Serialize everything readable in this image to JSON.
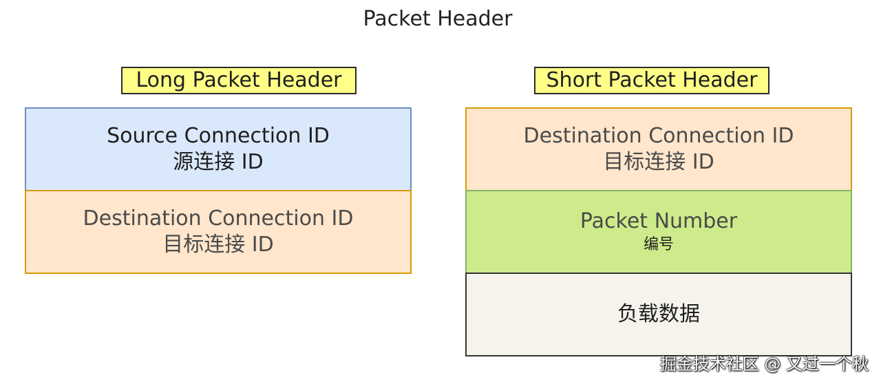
{
  "title": "Packet Header",
  "long_header": {
    "label": "Long Packet Header",
    "fields": [
      {
        "en": "Source Connection ID",
        "cn": "源连接 ID",
        "color": "#dae8fc"
      },
      {
        "en": "Destination Connection ID",
        "cn": "目标连接 ID",
        "color": "#ffe6cc"
      }
    ]
  },
  "short_header": {
    "label": "Short Packet Header",
    "fields": [
      {
        "en": "Destination Connection ID",
        "cn": "目标连接 ID",
        "color": "#ffe6cc"
      },
      {
        "en": "Packet Number",
        "cn": "编号",
        "color": "#cdeb8b"
      },
      {
        "en": "",
        "cn": "负载数据",
        "color": "#f5f3ec"
      }
    ]
  },
  "watermark": "掘金技术社区 @ 又过一个秋",
  "colors": {
    "label_fill": "#ffff88",
    "blue_fill": "#dae8fc",
    "blue_border": "#6c8ebf",
    "orange_fill": "#ffe6cc",
    "orange_border": "#d79b00",
    "green_fill": "#cdeb8b",
    "green_border": "#82b366"
  }
}
